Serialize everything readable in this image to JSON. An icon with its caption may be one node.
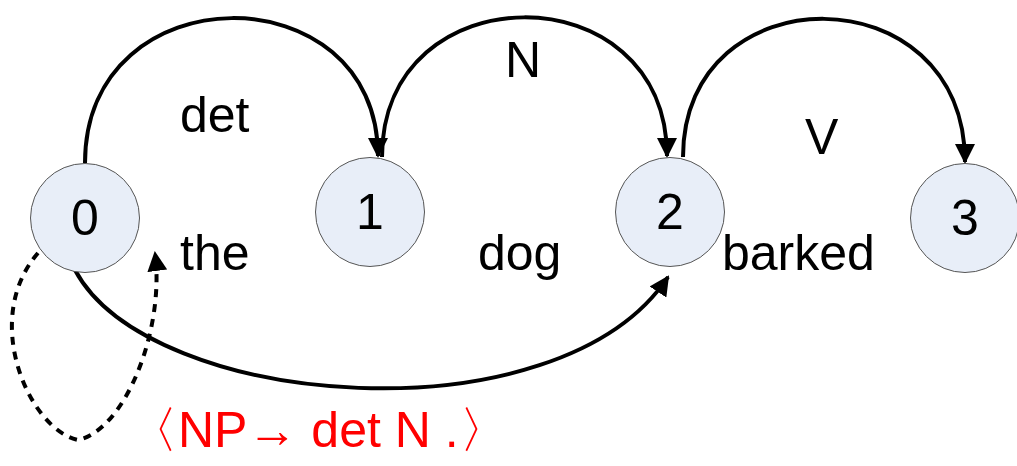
{
  "diagram": {
    "nodes": [
      {
        "text": [
          "0"
        ]
      },
      {
        "text": [
          "1"
        ]
      },
      {
        "text": [
          "2"
        ]
      },
      {
        "text": [
          "3"
        ]
      }
    ],
    "edges": [
      {
        "from": 0,
        "to": 1,
        "arrow": "to",
        "label": "det"
      },
      {
        "from": 1,
        "to": 2,
        "arrow": "to",
        "label": "N"
      },
      {
        "from": 2,
        "to": 3,
        "arrow": "to",
        "label": "V"
      },
      {
        "from": 0,
        "to": 2,
        "arrow": "to"
      },
      {
        "from": 0,
        "to": 0,
        "arrow": "to",
        "style": "dashed"
      }
    ],
    "labels": [
      "the",
      "dog",
      "barked",
      "〈NP→ det N .〉"
    ]
  }
}
